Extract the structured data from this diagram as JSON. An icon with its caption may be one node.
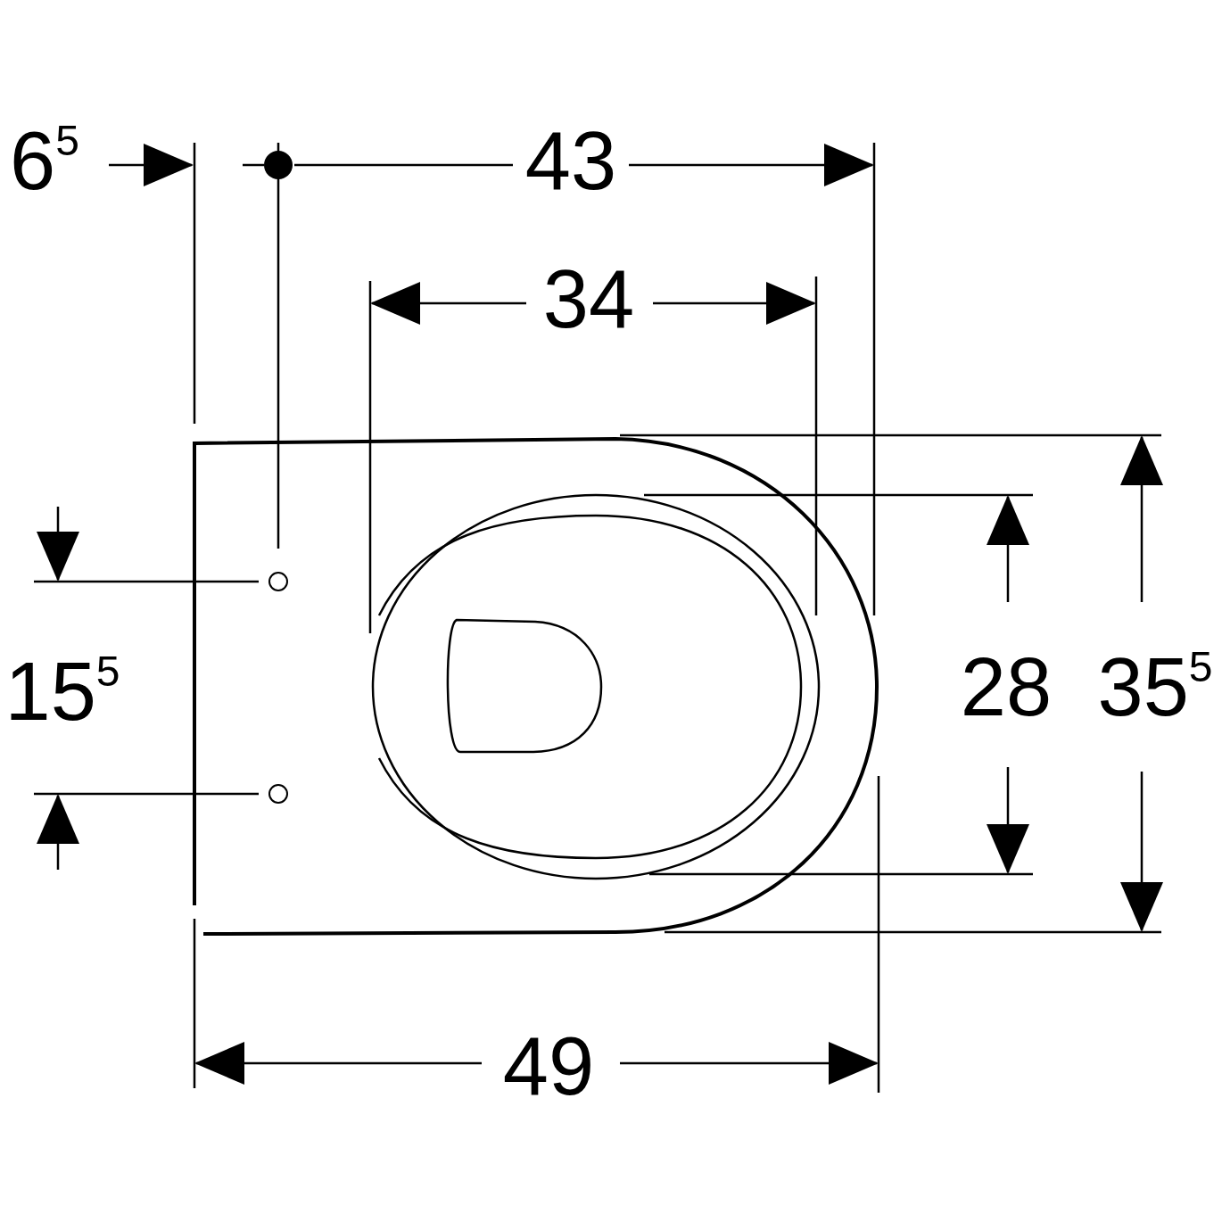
{
  "diagram": {
    "labels": [
      "6$^{5}$",
      "43",
      "34",
      "15$^{5}$",
      "28",
      "35$^{5}$",
      "49"
    ]
  }
}
